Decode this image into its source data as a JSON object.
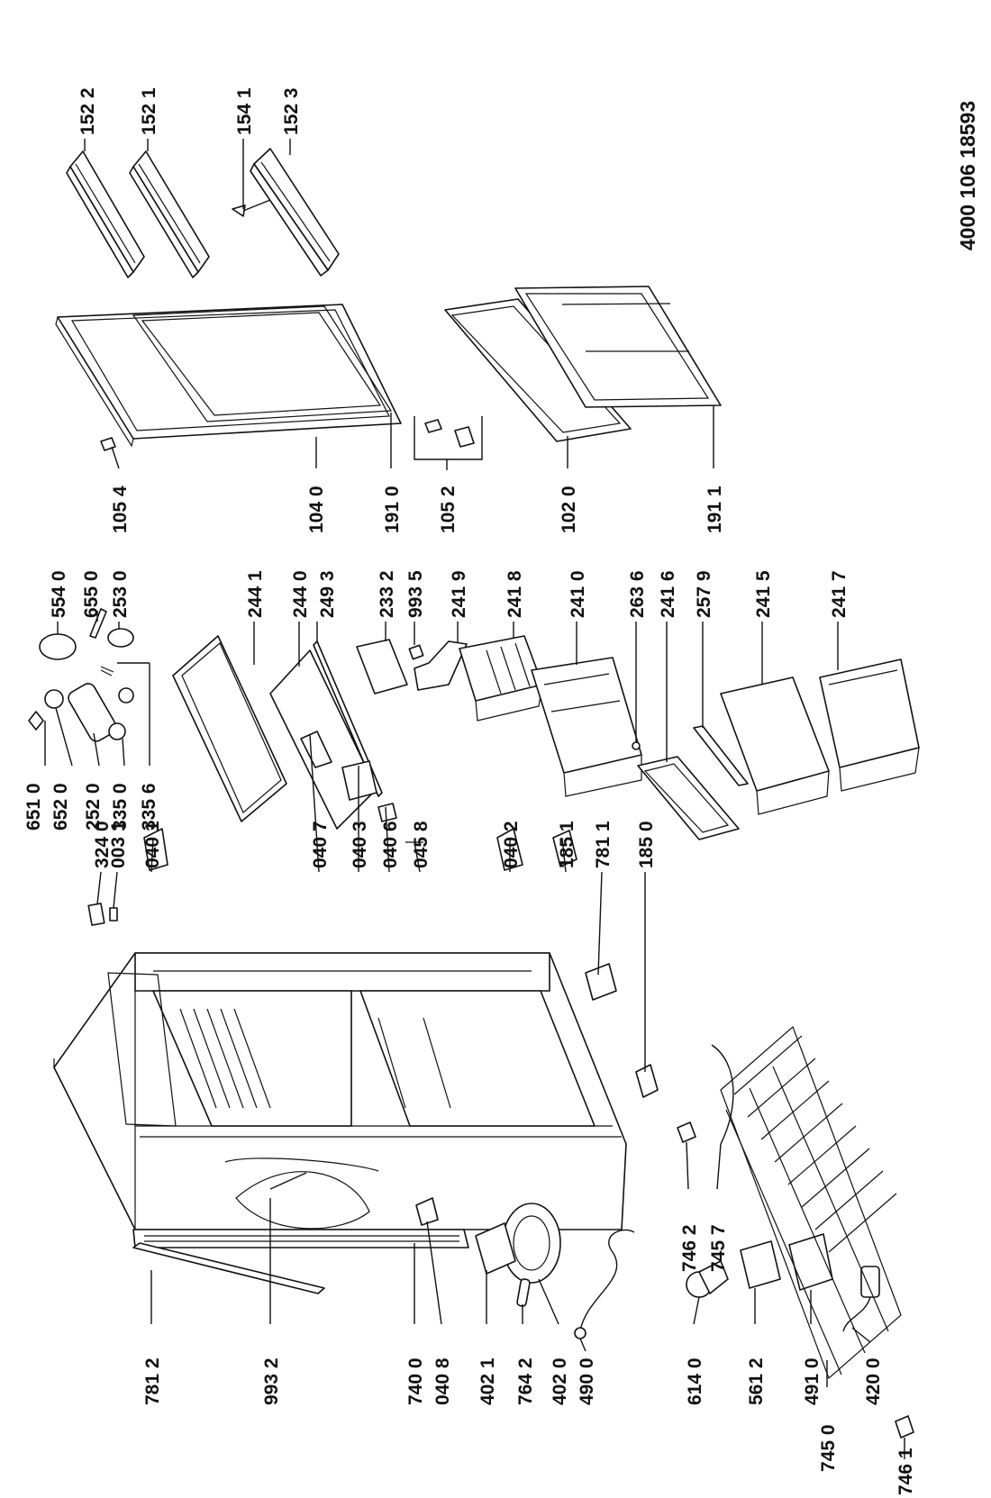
{
  "document_number": "4000 106 18593",
  "part_labels": [
    "152 2",
    "152 1",
    "154 1",
    "152 3",
    "105 4",
    "104 0",
    "191 0",
    "105 2",
    "102 0",
    "191 1",
    "651 0",
    "652 0",
    "252 0",
    "335 0",
    "335 6",
    "554 0",
    "655 0",
    "253 0",
    "244 1",
    "244 0",
    "249 3",
    "233 2",
    "993 5",
    "241 9",
    "241 8",
    "241 0",
    "263 6",
    "241 6",
    "257 9",
    "241 5",
    "241 7",
    "324 0",
    "003 1",
    "040 1",
    "040 7",
    "040 3",
    "040 6",
    "045 8",
    "040 2",
    "185 1",
    "781 1",
    "185 0",
    "781 2",
    "993 2",
    "740 0",
    "040 8",
    "402 1",
    "764 2",
    "402 0",
    "490 0",
    "614 0",
    "561 2",
    "491 0",
    "420 0",
    "746 2",
    "745 7",
    "745 0",
    "746 1"
  ]
}
